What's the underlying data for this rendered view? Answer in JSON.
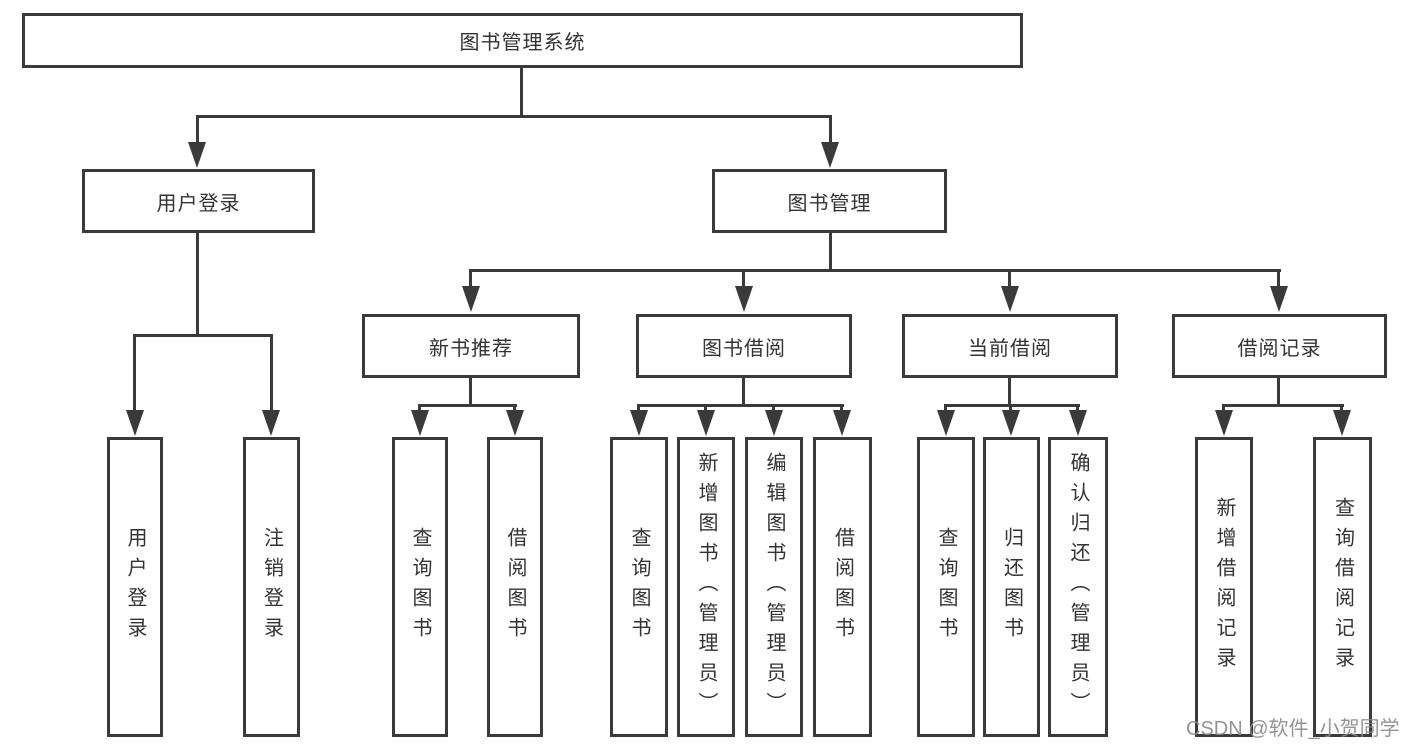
{
  "diagram": {
    "root": {
      "label": "图书管理系统"
    },
    "branches": [
      {
        "label": "用户登录",
        "children": [
          "用户登录",
          "注销登录"
        ]
      },
      {
        "label": "图书管理",
        "children": [
          {
            "label": "新书推荐",
            "children": [
              "查询图书",
              "借阅图书"
            ]
          },
          {
            "label": "图书借阅",
            "children": [
              "查询图书",
              "新增图书（管理员）",
              "编辑图书（管理员）",
              "借阅图书"
            ]
          },
          {
            "label": "当前借阅",
            "children": [
              "查询图书",
              "归还图书",
              "确认归还（管理员）"
            ]
          },
          {
            "label": "借阅记录",
            "children": [
              "新增借阅记录",
              "查询借阅记录"
            ]
          }
        ]
      }
    ]
  },
  "watermark": "CSDN @软件_小贺同学",
  "colors": {
    "line": "#3a3a3a",
    "text": "#333333",
    "background": "#ffffff",
    "watermark": "#8c8c8c"
  }
}
